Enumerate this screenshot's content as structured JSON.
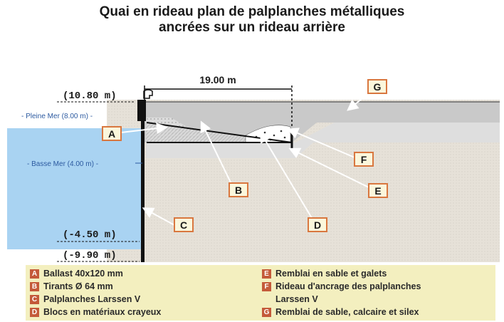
{
  "title": {
    "line1": "Quai en rideau plan de palplanches métalliques",
    "line2": "ancrées sur un rideau arrière"
  },
  "dimension": "19.00 m",
  "levels": {
    "top": "(10.80 m)",
    "pleine_mer": "- Pleine Mer (8.00 m) -",
    "basse_mer": "- Basse Mer (4.00 m) -",
    "dredge": "(-4.50 m)",
    "toe": "(-9.90 m)"
  },
  "callouts": [
    "A",
    "B",
    "C",
    "D",
    "E",
    "F",
    "G"
  ],
  "legend": [
    {
      "key": "A",
      "text": "Ballast  40x120 mm"
    },
    {
      "key": "B",
      "text": "Tirants  Ø 64 mm"
    },
    {
      "key": "C",
      "text": "Palplanches Larssen V"
    },
    {
      "key": "D",
      "text": "Blocs en matériaux crayeux"
    },
    {
      "key": "E",
      "text": "Remblai en sable et galets"
    },
    {
      "key": "F",
      "text": "Rideau d'ancrage des palplanches"
    },
    {
      "key": "G",
      "text": "Remblai de sable, calcaire et silex"
    }
  ],
  "legend_continuation": "Larssen V",
  "colors": {
    "water": "#a9d3f2",
    "ground": "#e6e1d8",
    "fill_top": "#c9c9c9",
    "callout_border": "#d9773f",
    "callout_bg": "#fbf7dc",
    "legend_bg": "#f3efbf",
    "legend_key": "#c45a3a"
  }
}
